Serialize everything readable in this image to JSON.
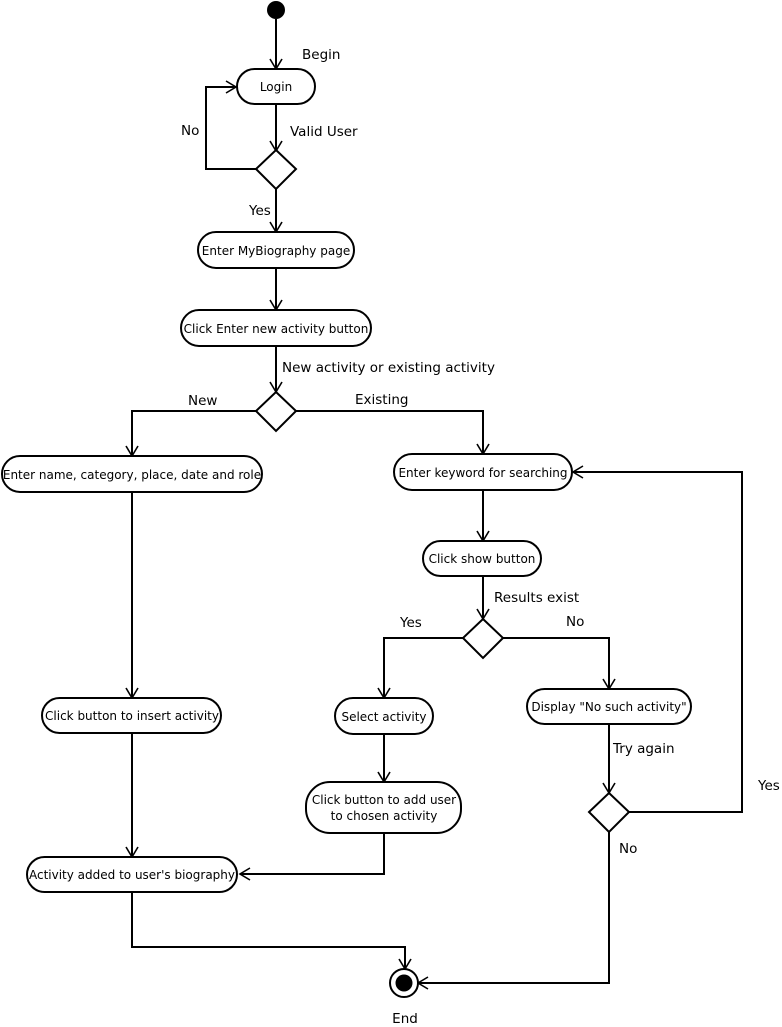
{
  "diagram": {
    "type": "UML activity diagram",
    "colors": {
      "stroke": "#000000",
      "fill": "#ffffff",
      "text": "#000000"
    },
    "nodes": {
      "start": {
        "kind": "initial"
      },
      "login": {
        "kind": "action",
        "label": "Login"
      },
      "valid_user_decision": {
        "kind": "decision"
      },
      "enter_mybiography": {
        "kind": "action",
        "label": "Enter MyBiography page"
      },
      "click_enter_new": {
        "kind": "action",
        "label": "Click Enter new activity button"
      },
      "activity_type_decision": {
        "kind": "decision"
      },
      "enter_details": {
        "kind": "action",
        "label": "Enter name, category, place, date and role"
      },
      "enter_keyword": {
        "kind": "action",
        "label": "Enter keyword for searching"
      },
      "click_show": {
        "kind": "action",
        "label": "Click show button"
      },
      "results_decision": {
        "kind": "decision"
      },
      "select_activity": {
        "kind": "action",
        "label": "Select activity"
      },
      "display_no_such": {
        "kind": "action",
        "label": "Display \"No such activity\""
      },
      "click_add_user": {
        "kind": "action",
        "label_line1": "Click button to add user",
        "label_line2": "to chosen activity"
      },
      "try_again_decision": {
        "kind": "decision"
      },
      "click_insert": {
        "kind": "action",
        "label": "Click button to insert activity"
      },
      "activity_added": {
        "kind": "action",
        "label": "Activity added to user's biography"
      },
      "end": {
        "kind": "final",
        "label": "End"
      }
    },
    "edge_labels": {
      "begin": "Begin",
      "valid_user": "Valid User",
      "login_no": "No",
      "login_yes": "Yes",
      "new_or_existing": "New activity or existing activity",
      "new": "New",
      "existing": "Existing",
      "results_exist": "Results exist",
      "results_yes": "Yes",
      "results_no": "No",
      "try_again": "Try again",
      "try_again_yes": "Yes",
      "try_again_no": "No"
    },
    "edges": [
      {
        "from": "start",
        "to": "login",
        "label": "Begin"
      },
      {
        "from": "login",
        "to": "valid_user_decision",
        "label": "Valid User"
      },
      {
        "from": "valid_user_decision",
        "to": "login",
        "label": "No"
      },
      {
        "from": "valid_user_decision",
        "to": "enter_mybiography",
        "label": "Yes"
      },
      {
        "from": "enter_mybiography",
        "to": "click_enter_new"
      },
      {
        "from": "click_enter_new",
        "to": "activity_type_decision",
        "label": "New activity or existing activity"
      },
      {
        "from": "activity_type_decision",
        "to": "enter_details",
        "label": "New"
      },
      {
        "from": "activity_type_decision",
        "to": "enter_keyword",
        "label": "Existing"
      },
      {
        "from": "enter_details",
        "to": "click_insert"
      },
      {
        "from": "click_insert",
        "to": "activity_added"
      },
      {
        "from": "enter_keyword",
        "to": "click_show"
      },
      {
        "from": "click_show",
        "to": "results_decision",
        "label": "Results exist"
      },
      {
        "from": "results_decision",
        "to": "select_activity",
        "label": "Yes"
      },
      {
        "from": "results_decision",
        "to": "display_no_such",
        "label": "No"
      },
      {
        "from": "select_activity",
        "to": "click_add_user"
      },
      {
        "from": "click_add_user",
        "to": "activity_added"
      },
      {
        "from": "display_no_such",
        "to": "try_again_decision",
        "label": "Try again"
      },
      {
        "from": "try_again_decision",
        "to": "enter_keyword",
        "label": "Yes"
      },
      {
        "from": "try_again_decision",
        "to": "end",
        "label": "No"
      },
      {
        "from": "activity_added",
        "to": "end"
      }
    ]
  }
}
